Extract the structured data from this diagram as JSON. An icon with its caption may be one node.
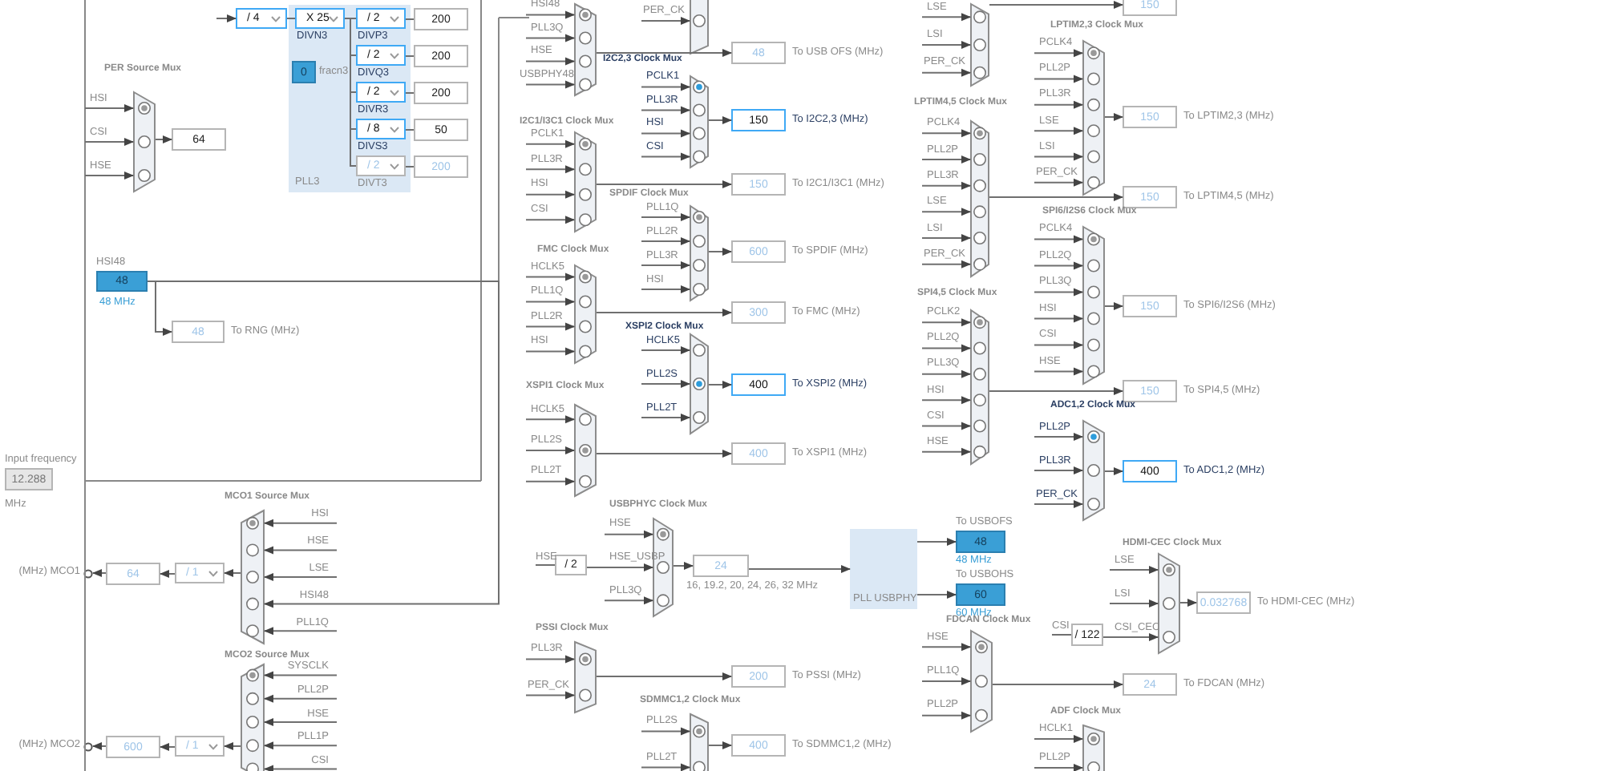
{
  "diagram": {
    "nodes": [
      {
        "text": [
          "PLL3"
        ]
      },
      {
        "text": [
          "/ 4"
        ]
      },
      {
        "text": [
          "X 25"
        ],
        "in": 0,
        "beside": [
          "DIVN3"
        ]
      },
      {
        "text": [
          "0"
        ],
        "in": 0,
        "beside": [
          "fracn3"
        ]
      },
      {
        "text": [
          "/ 2"
        ],
        "in": 0,
        "beside": [
          "DIVP3"
        ]
      },
      {
        "text": [
          "200"
        ]
      },
      {
        "text": [
          "/ 2"
        ],
        "in": 0,
        "beside": [
          "DIVQ3"
        ]
      },
      {
        "text": [
          "200"
        ]
      },
      {
        "text": [
          "/ 2"
        ],
        "in": 0,
        "beside": [
          "DIVR3"
        ]
      },
      {
        "text": [
          "200"
        ]
      },
      {
        "text": [
          "/ 8"
        ],
        "in": 0,
        "beside": [
          "DIVS3"
        ]
      },
      {
        "text": [
          "50"
        ]
      },
      {
        "text": [
          "/ 2"
        ],
        "in": 0,
        "beside": [
          "DIVT3"
        ]
      },
      {
        "text": [
          "200"
        ]
      },
      {
        "text": [
          "PER Source Mux"
        ]
      },
      {
        "text": [
          "64"
        ]
      },
      {
        "text": [
          "HSI48",
          "48"
        ],
        "beside": [
          "48 MHz"
        ]
      },
      {
        "text": [
          "48"
        ],
        "beside": [
          "To RNG (MHz)"
        ]
      },
      {
        "text": [
          "Input frequency",
          "12.288"
        ],
        "beside": [
          "MHz"
        ]
      },
      {
        "text": [
          "MCO1 Source Mux"
        ]
      },
      {
        "text": [
          "/ 1"
        ]
      },
      {
        "text": [
          "64"
        ]
      },
      {
        "text": [
          "(MHz) MCO1"
        ]
      },
      {
        "text": [
          "MCO2 Source Mux"
        ]
      },
      {
        "text": [
          "/ 1"
        ]
      },
      {
        "text": [
          "600"
        ]
      },
      {
        "text": [
          "(MHz) MCO2"
        ]
      },
      {
        "text": [],
        "shape": "trapezoid"
      },
      {
        "text": [
          "48"
        ],
        "beside": [
          "To USB OFS (MHz)"
        ]
      },
      {
        "text": [],
        "shape": "trapezoid"
      },
      {
        "text": [
          "I2C2,3 Clock Mux"
        ]
      },
      {
        "text": [
          "150"
        ],
        "beside": [
          "To I2C2,3 (MHz)"
        ]
      },
      {
        "text": [
          "I2C1/I3C1 Clock Mux"
        ]
      },
      {
        "text": [
          "150"
        ],
        "beside": [
          "To I2C1/I3C1 (MHz)"
        ]
      },
      {
        "text": [
          "SPDIF Clock Mux"
        ]
      },
      {
        "text": [
          "600"
        ],
        "beside": [
          "To SPDIF (MHz)"
        ]
      },
      {
        "text": [
          "FMC Clock Mux"
        ]
      },
      {
        "text": [
          "300"
        ],
        "beside": [
          "To FMC (MHz)"
        ]
      },
      {
        "text": [
          "XSPI2 Clock Mux"
        ]
      },
      {
        "text": [
          "400"
        ],
        "beside": [
          "To XSPI2 (MHz)"
        ]
      },
      {
        "text": [
          "XSPI1 Clock Mux"
        ]
      },
      {
        "text": [
          "400"
        ],
        "beside": [
          "To XSPI1 (MHz)"
        ]
      },
      {
        "text": [
          "USBPHYC Clock Mux"
        ]
      },
      {
        "text": [
          "/ 2"
        ]
      },
      {
        "text": [
          "24"
        ],
        "beside": [
          "16, 19.2, 20, 24, 26, 32 MHz"
        ]
      },
      {
        "text": [
          "PLL USBPHY"
        ]
      },
      {
        "text": [
          "To USBOFS",
          "48"
        ],
        "beside": [
          "48 MHz"
        ]
      },
      {
        "text": [
          "To USBOHS",
          "60"
        ],
        "beside": [
          "60 MHz"
        ]
      },
      {
        "text": [
          "PSSI Clock Mux"
        ]
      },
      {
        "text": [
          "200"
        ],
        "beside": [
          "To PSSI (MHz)"
        ]
      },
      {
        "text": [
          "SDMMC1,2 Clock Mux"
        ]
      },
      {
        "text": [
          "400"
        ],
        "beside": [
          "To SDMMC1,2 (MHz)"
        ]
      },
      {
        "text": [],
        "shape": "trapezoid"
      },
      {
        "text": [
          "150"
        ]
      },
      {
        "text": [
          "LPTIM2,3  Clock Mux"
        ]
      },
      {
        "text": [
          "150"
        ],
        "beside": [
          "To LPTIM2,3 (MHz)"
        ]
      },
      {
        "text": [
          "LPTIM4,5 Clock Mux"
        ]
      },
      {
        "text": [
          "150"
        ],
        "beside": [
          "To LPTIM4,5 (MHz)"
        ]
      },
      {
        "text": [
          "SPI6/I2S6 Clock Mux"
        ]
      },
      {
        "text": [
          "150"
        ],
        "beside": [
          "To SPI6/I2S6 (MHz)"
        ]
      },
      {
        "text": [
          "SPI4,5 Clock Mux"
        ]
      },
      {
        "text": [
          "150"
        ],
        "beside": [
          "To SPI4,5 (MHz)"
        ]
      },
      {
        "text": [
          "ADC1,2 Clock Mux"
        ]
      },
      {
        "text": [
          "400"
        ],
        "beside": [
          "To ADC1,2 (MHz)"
        ]
      },
      {
        "text": [
          "HDMI-CEC Clock Mux"
        ]
      },
      {
        "text": [
          "/ 122"
        ]
      },
      {
        "text": [
          "0.032768"
        ],
        "beside": [
          "To HDMI-CEC (MHz)"
        ]
      },
      {
        "text": [
          "FDCAN Clock Mux"
        ]
      },
      {
        "text": [
          "24"
        ],
        "beside": [
          "To FDCAN (MHz)"
        ]
      },
      {
        "text": [
          "ADF Clock Mux"
        ]
      }
    ],
    "edges": [
      {
        "from": null,
        "to": 1,
        "arrow": "to"
      },
      {
        "from": 1,
        "to": 2,
        "arrow": "none"
      },
      {
        "from": 2,
        "to": 4,
        "arrow": "none"
      },
      {
        "from": 2,
        "to": 6,
        "arrow": "none"
      },
      {
        "from": 2,
        "to": 8,
        "arrow": "none"
      },
      {
        "from": 2,
        "to": 10,
        "arrow": "none"
      },
      {
        "from": 2,
        "to": 12,
        "arrow": "none"
      },
      {
        "from": 4,
        "to": 5,
        "arrow": "none"
      },
      {
        "from": 6,
        "to": 7,
        "arrow": "none"
      },
      {
        "from": 8,
        "to": 9,
        "arrow": "none"
      },
      {
        "from": 10,
        "to": 11,
        "arrow": "none"
      },
      {
        "from": 12,
        "to": 13,
        "arrow": "none"
      },
      {
        "from": null,
        "to": 14,
        "arrow": "to",
        "label": "HSI"
      },
      {
        "from": null,
        "to": 14,
        "arrow": "to",
        "label": "CSI"
      },
      {
        "from": null,
        "to": 14,
        "arrow": "to",
        "label": "HSE"
      },
      {
        "from": 14,
        "to": 15,
        "arrow": "to"
      },
      {
        "from": 16,
        "to": 17,
        "arrow": "to"
      },
      {
        "from": null,
        "to": 19,
        "arrow": "to",
        "label": "HSI"
      },
      {
        "from": null,
        "to": 19,
        "arrow": "to",
        "label": "HSE"
      },
      {
        "from": null,
        "to": 19,
        "arrow": "to",
        "label": "LSE"
      },
      {
        "from": 16,
        "to": 19,
        "arrow": "to",
        "label": "HSI48"
      },
      {
        "from": null,
        "to": 19,
        "arrow": "to",
        "label": "PLL1Q"
      },
      {
        "from": 19,
        "to": 20,
        "arrow": "to"
      },
      {
        "from": 20,
        "to": 21,
        "arrow": "to"
      },
      {
        "from": 21,
        "to": 22,
        "arrow": "to"
      },
      {
        "from": null,
        "to": 23,
        "arrow": "to",
        "label": "SYSCLK"
      },
      {
        "from": null,
        "to": 23,
        "arrow": "to",
        "label": "PLL2P"
      },
      {
        "from": null,
        "to": 23,
        "arrow": "to",
        "label": "HSE"
      },
      {
        "from": null,
        "to": 23,
        "arrow": "to",
        "label": "PLL1P"
      },
      {
        "from": null,
        "to": 23,
        "arrow": "to",
        "label": "CSI"
      },
      {
        "from": 23,
        "to": 24,
        "arrow": "to"
      },
      {
        "from": 24,
        "to": 25,
        "arrow": "to"
      },
      {
        "from": 25,
        "to": 26,
        "arrow": "to"
      },
      {
        "from": null,
        "to": 27,
        "arrow": "to",
        "label": "HSI48"
      },
      {
        "from": null,
        "to": 27,
        "arrow": "to",
        "label": "PLL3Q"
      },
      {
        "from": null,
        "to": 27,
        "arrow": "to",
        "label": "HSE"
      },
      {
        "from": null,
        "to": 27,
        "arrow": "to",
        "label": "USBPHY48"
      },
      {
        "from": 27,
        "to": 28,
        "arrow": "to"
      },
      {
        "from": null,
        "to": 29,
        "arrow": "to",
        "label": "PER_CK"
      },
      {
        "from": null,
        "to": 30,
        "arrow": "to",
        "label": "PCLK1"
      },
      {
        "from": null,
        "to": 30,
        "arrow": "to",
        "label": "PLL3R"
      },
      {
        "from": null,
        "to": 30,
        "arrow": "to",
        "label": "HSI"
      },
      {
        "from": null,
        "to": 30,
        "arrow": "to",
        "label": "CSI"
      },
      {
        "from": 30,
        "to": 31,
        "arrow": "to"
      },
      {
        "from": null,
        "to": 32,
        "arrow": "to",
        "label": "PCLK1"
      },
      {
        "from": null,
        "to": 32,
        "arrow": "to",
        "label": "PLL3R"
      },
      {
        "from": null,
        "to": 32,
        "arrow": "to",
        "label": "HSI"
      },
      {
        "from": null,
        "to": 32,
        "arrow": "to",
        "label": "CSI"
      },
      {
        "from": 32,
        "to": 33,
        "arrow": "to"
      },
      {
        "from": null,
        "to": 34,
        "arrow": "to",
        "label": "PLL1Q"
      },
      {
        "from": null,
        "to": 34,
        "arrow": "to",
        "label": "PLL2R"
      },
      {
        "from": null,
        "to": 34,
        "arrow": "to",
        "label": "PLL3R"
      },
      {
        "from": null,
        "to": 34,
        "arrow": "to",
        "label": "HSI"
      },
      {
        "from": 34,
        "to": 35,
        "arrow": "to"
      },
      {
        "from": null,
        "to": 36,
        "arrow": "to",
        "label": "HCLK5"
      },
      {
        "from": null,
        "to": 36,
        "arrow": "to",
        "label": "PLL1Q"
      },
      {
        "from": null,
        "to": 36,
        "arrow": "to",
        "label": "PLL2R"
      },
      {
        "from": null,
        "to": 36,
        "arrow": "to",
        "label": "HSI"
      },
      {
        "from": 36,
        "to": 37,
        "arrow": "to"
      },
      {
        "from": null,
        "to": 38,
        "arrow": "to",
        "label": "HCLK5"
      },
      {
        "from": null,
        "to": 38,
        "arrow": "to",
        "label": "PLL2S"
      },
      {
        "from": null,
        "to": 38,
        "arrow": "to",
        "label": "PLL2T"
      },
      {
        "from": 38,
        "to": 39,
        "arrow": "to"
      },
      {
        "from": null,
        "to": 40,
        "arrow": "to",
        "label": "HCLK5"
      },
      {
        "from": null,
        "to": 40,
        "arrow": "to",
        "label": "PLL2S"
      },
      {
        "from": null,
        "to": 40,
        "arrow": "to",
        "label": "PLL2T"
      },
      {
        "from": 40,
        "to": 41,
        "arrow": "to"
      },
      {
        "from": null,
        "to": 43,
        "arrow": "none",
        "label": "HSE"
      },
      {
        "from": null,
        "to": 42,
        "arrow": "to",
        "label": "HSE"
      },
      {
        "from": 43,
        "to": 42,
        "arrow": "to",
        "label": "HSE_USBP"
      },
      {
        "from": null,
        "to": 42,
        "arrow": "to",
        "label": "PLL3Q"
      },
      {
        "from": 42,
        "to": 44,
        "arrow": "to"
      },
      {
        "from": 44,
        "to": 45,
        "arrow": "to"
      },
      {
        "from": 45,
        "to": 46,
        "arrow": "to"
      },
      {
        "from": 45,
        "to": 47,
        "arrow": "to"
      },
      {
        "from": null,
        "to": 48,
        "arrow": "to",
        "label": "PLL3R"
      },
      {
        "from": null,
        "to": 48,
        "arrow": "to",
        "label": "PER_CK"
      },
      {
        "from": 48,
        "to": 49,
        "arrow": "to"
      },
      {
        "from": null,
        "to": 50,
        "arrow": "to",
        "label": "PLL2S"
      },
      {
        "from": null,
        "to": 50,
        "arrow": "to",
        "label": "PLL2T"
      },
      {
        "from": 50,
        "to": 51,
        "arrow": "to"
      },
      {
        "from": null,
        "to": 52,
        "arrow": "to",
        "label": "LSE"
      },
      {
        "from": null,
        "to": 52,
        "arrow": "to",
        "label": "LSI"
      },
      {
        "from": null,
        "to": 52,
        "arrow": "to",
        "label": "PER_CK"
      },
      {
        "from": 52,
        "to": 53,
        "arrow": "to"
      },
      {
        "from": null,
        "to": 54,
        "arrow": "to",
        "label": "PCLK4"
      },
      {
        "from": null,
        "to": 54,
        "arrow": "to",
        "label": "PLL2P"
      },
      {
        "from": null,
        "to": 54,
        "arrow": "to",
        "label": "PLL3R"
      },
      {
        "from": null,
        "to": 54,
        "arrow": "to",
        "label": "LSE"
      },
      {
        "from": null,
        "to": 54,
        "arrow": "to",
        "label": "LSI"
      },
      {
        "from": null,
        "to": 54,
        "arrow": "to",
        "label": "PER_CK"
      },
      {
        "from": 54,
        "to": 55,
        "arrow": "to"
      },
      {
        "from": null,
        "to": 56,
        "arrow": "to",
        "label": "PCLK4"
      },
      {
        "from": null,
        "to": 56,
        "arrow": "to",
        "label": "PLL2P"
      },
      {
        "from": null,
        "to": 56,
        "arrow": "to",
        "label": "PLL3R"
      },
      {
        "from": null,
        "to": 56,
        "arrow": "to",
        "label": "LSE"
      },
      {
        "from": null,
        "to": 56,
        "arrow": "to",
        "label": "LSI"
      },
      {
        "from": null,
        "to": 56,
        "arrow": "to",
        "label": "PER_CK"
      },
      {
        "from": 56,
        "to": 57,
        "arrow": "to"
      },
      {
        "from": null,
        "to": 58,
        "arrow": "to",
        "label": "PCLK4"
      },
      {
        "from": null,
        "to": 58,
        "arrow": "to",
        "label": "PLL2Q"
      },
      {
        "from": null,
        "to": 58,
        "arrow": "to",
        "label": "PLL3Q"
      },
      {
        "from": null,
        "to": 58,
        "arrow": "to",
        "label": "HSI"
      },
      {
        "from": null,
        "to": 58,
        "arrow": "to",
        "label": "CSI"
      },
      {
        "from": null,
        "to": 58,
        "arrow": "to",
        "label": "HSE"
      },
      {
        "from": 58,
        "to": 59,
        "arrow": "to"
      },
      {
        "from": null,
        "to": 60,
        "arrow": "to",
        "label": "PCLK2"
      },
      {
        "from": null,
        "to": 60,
        "arrow": "to",
        "label": "PLL2Q"
      },
      {
        "from": null,
        "to": 60,
        "arrow": "to",
        "label": "PLL3Q"
      },
      {
        "from": null,
        "to": 60,
        "arrow": "to",
        "label": "HSI"
      },
      {
        "from": null,
        "to": 60,
        "arrow": "to",
        "label": "CSI"
      },
      {
        "from": null,
        "to": 60,
        "arrow": "to",
        "label": "HSE"
      },
      {
        "from": 60,
        "to": 61,
        "arrow": "to"
      },
      {
        "from": null,
        "to": 62,
        "arrow": "to",
        "label": "PLL2P"
      },
      {
        "from": null,
        "to": 62,
        "arrow": "to",
        "label": "PLL3R"
      },
      {
        "from": null,
        "to": 62,
        "arrow": "to",
        "label": "PER_CK"
      },
      {
        "from": 62,
        "to": 63,
        "arrow": "to"
      },
      {
        "from": null,
        "to": 64,
        "arrow": "to",
        "label": "LSE"
      },
      {
        "from": null,
        "to": 64,
        "arrow": "to",
        "label": "LSI"
      },
      {
        "from": null,
        "to": 65,
        "arrow": "none",
        "label": "CSI"
      },
      {
        "from": 65,
        "to": 64,
        "arrow": "to",
        "label": "CSI_CEC"
      },
      {
        "from": 64,
        "to": 66,
        "arrow": "to"
      },
      {
        "from": null,
        "to": 67,
        "arrow": "to",
        "label": "HSE"
      },
      {
        "from": null,
        "to": 67,
        "arrow": "to",
        "label": "PLL1Q"
      },
      {
        "from": null,
        "to": 67,
        "arrow": "to",
        "label": "PLL2P"
      },
      {
        "from": 67,
        "to": 68,
        "arrow": "to"
      },
      {
        "from": null,
        "to": 69,
        "arrow": "to",
        "label": "HCLK1"
      },
      {
        "from": null,
        "to": 69,
        "arrow": "to",
        "label": "PLL2P"
      }
    ]
  }
}
